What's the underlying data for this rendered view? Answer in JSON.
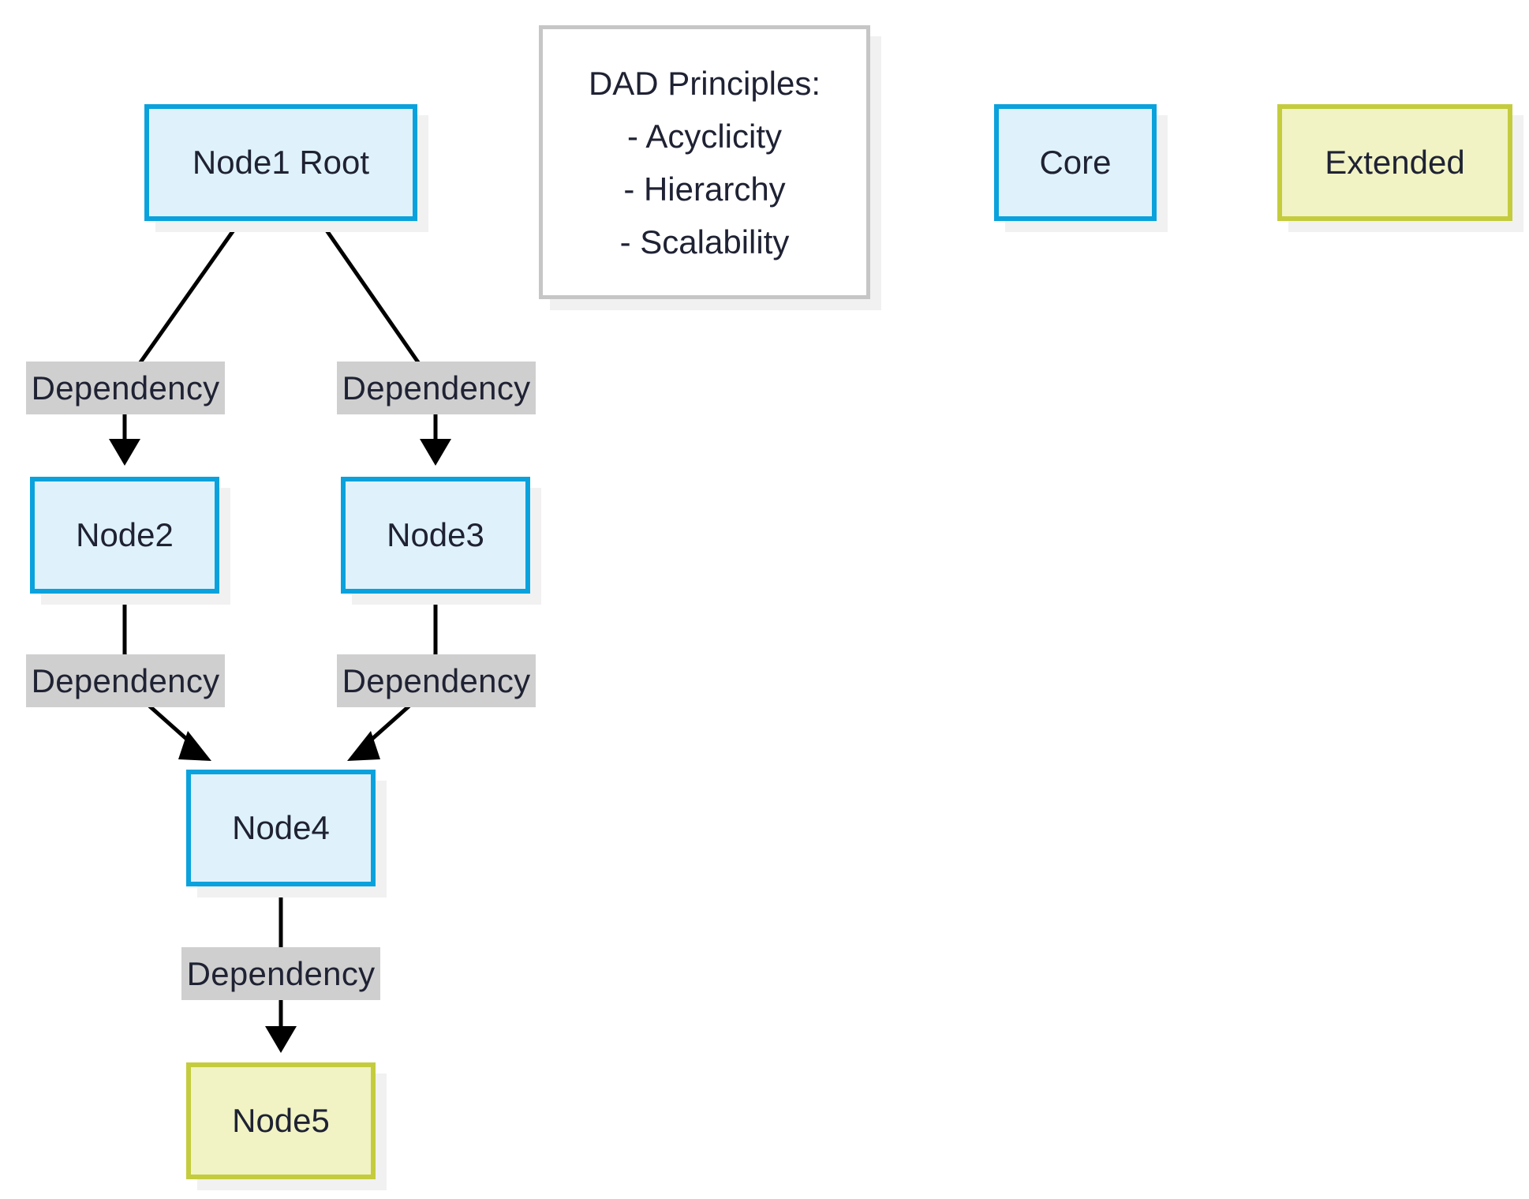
{
  "nodes": {
    "node1": "Node1 Root",
    "node2": "Node2",
    "node3": "Node3",
    "node4": "Node4",
    "node5": "Node5"
  },
  "edges": [
    {
      "from": "node1",
      "to": "node2",
      "label": "Dependency"
    },
    {
      "from": "node1",
      "to": "node3",
      "label": "Dependency"
    },
    {
      "from": "node2",
      "to": "node4",
      "label": "Dependency"
    },
    {
      "from": "node3",
      "to": "node4",
      "label": "Dependency"
    },
    {
      "from": "node4",
      "to": "node5",
      "label": "Dependency"
    }
  ],
  "note": {
    "title": "DAD Principles:",
    "lines": [
      "- Acyclicity",
      "- Hierarchy",
      "- Scalability"
    ]
  },
  "legend": {
    "core": "Core",
    "extended": "Extended"
  },
  "colors": {
    "core_border": "#0aa2dc",
    "core_fill": "#dff2fb",
    "extended_border": "#c4cc3e",
    "extended_fill": "#f1f3c4",
    "edge_label_fill": "#cfcfcf"
  }
}
